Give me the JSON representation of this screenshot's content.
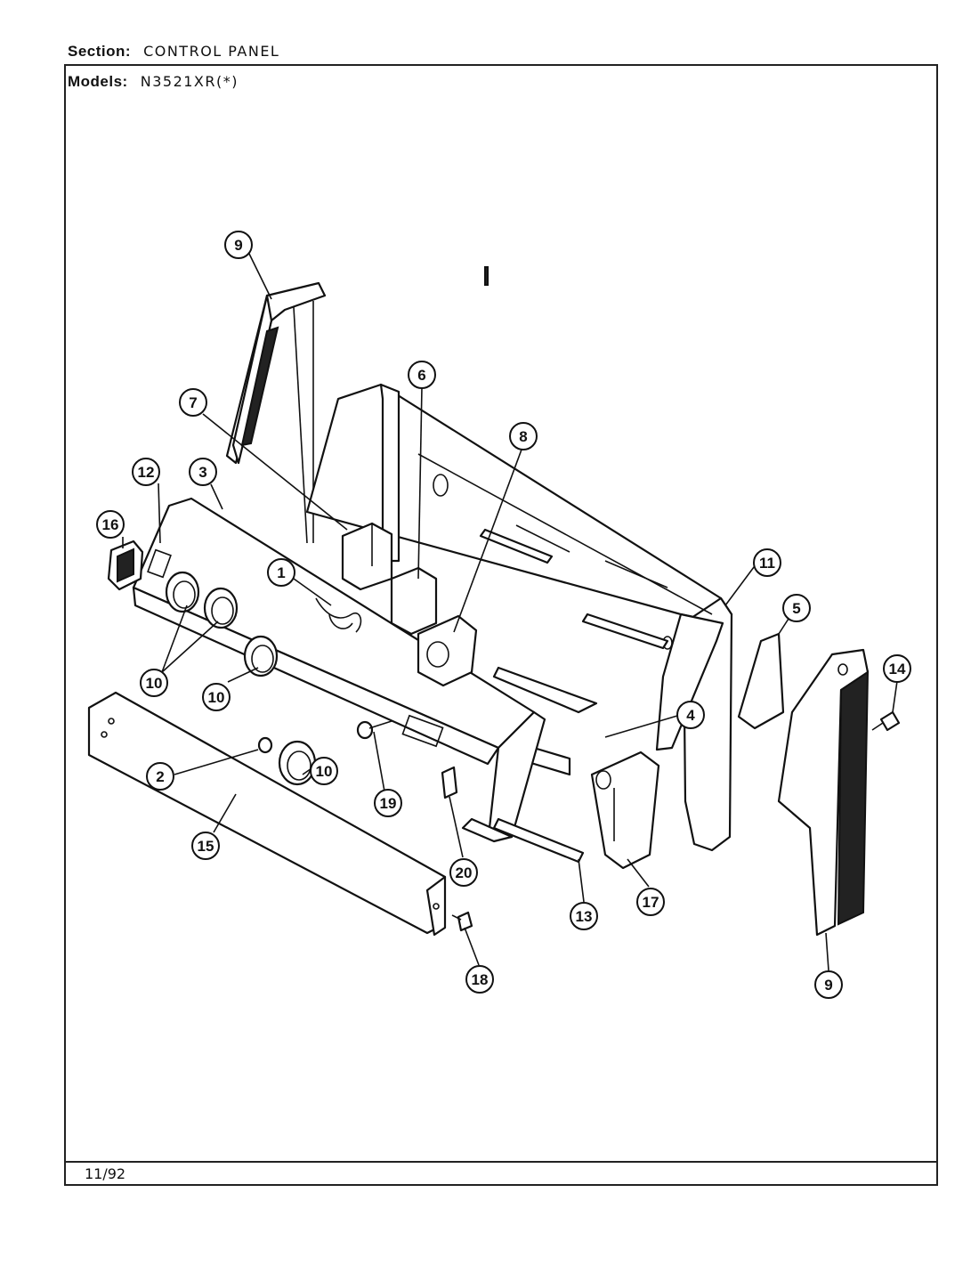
{
  "header": {
    "section_label": "Section:",
    "section_value": "CONTROL PANEL",
    "models_label": "Models:",
    "models_value": "N3521XR(*)"
  },
  "footer": {
    "date": "11/92"
  },
  "callouts": [
    {
      "id": "c1",
      "label": "1"
    },
    {
      "id": "c2",
      "label": "2"
    },
    {
      "id": "c3",
      "label": "3"
    },
    {
      "id": "c4",
      "label": "4"
    },
    {
      "id": "c5",
      "label": "5"
    },
    {
      "id": "c6",
      "label": "6"
    },
    {
      "id": "c7",
      "label": "7"
    },
    {
      "id": "c8",
      "label": "8"
    },
    {
      "id": "c9a",
      "label": "9"
    },
    {
      "id": "c9b",
      "label": "9"
    },
    {
      "id": "c10a",
      "label": "10"
    },
    {
      "id": "c10b",
      "label": "10"
    },
    {
      "id": "c10c",
      "label": "10"
    },
    {
      "id": "c11",
      "label": "11"
    },
    {
      "id": "c12",
      "label": "12"
    },
    {
      "id": "c13",
      "label": "13"
    },
    {
      "id": "c14",
      "label": "14"
    },
    {
      "id": "c15",
      "label": "15"
    },
    {
      "id": "c16",
      "label": "16"
    },
    {
      "id": "c17",
      "label": "17"
    },
    {
      "id": "c18",
      "label": "18"
    },
    {
      "id": "c19",
      "label": "19"
    },
    {
      "id": "c20",
      "label": "20"
    }
  ]
}
